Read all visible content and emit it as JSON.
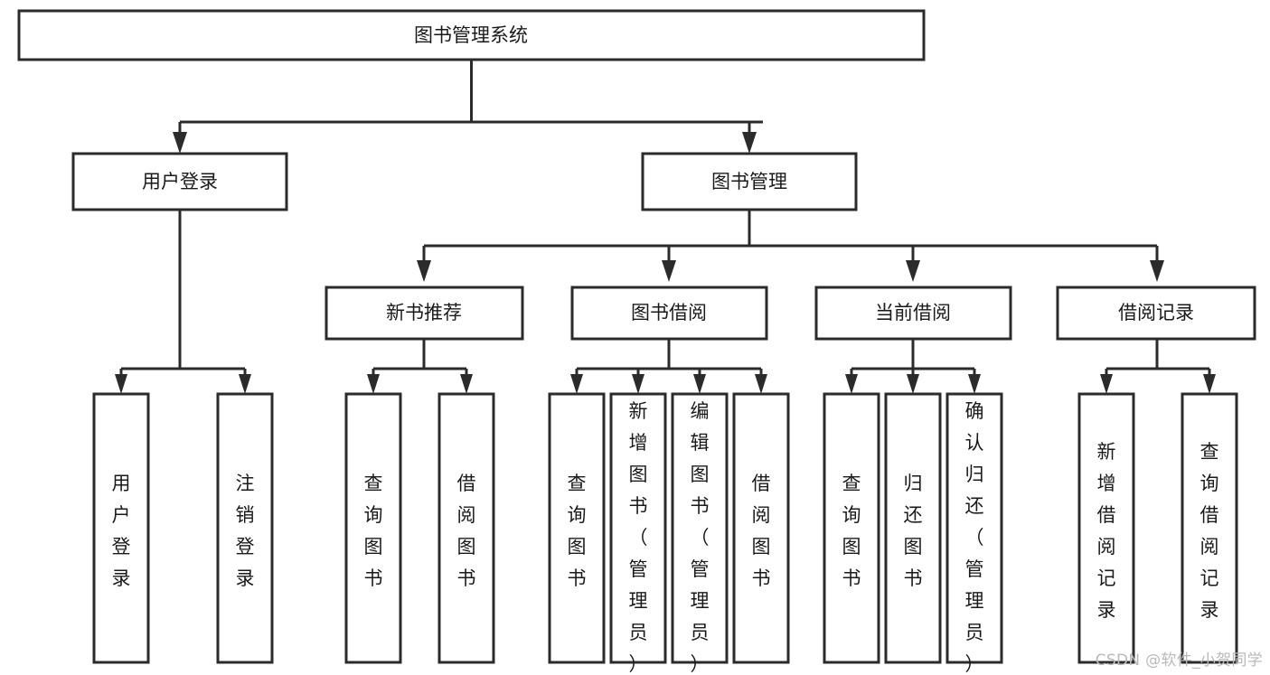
{
  "diagram": {
    "title": "图书管理系统",
    "type": "tree-hierarchy-diagram",
    "colors": {
      "stroke": "#2b2b2b",
      "fill": "#ffffff",
      "text": "#1a1a1a",
      "watermark": "#b9b9b9",
      "background": "#ffffff"
    },
    "root": {
      "label": "图书管理系统"
    },
    "level2": [
      {
        "label": "用户登录"
      },
      {
        "label": "图书管理"
      }
    ],
    "level3": [
      {
        "label": "新书推荐"
      },
      {
        "label": "图书借阅"
      },
      {
        "label": "当前借阅"
      },
      {
        "label": "借阅记录"
      }
    ],
    "leaves": {
      "user_login": [
        {
          "label": "用户登录"
        },
        {
          "label": "注销登录"
        }
      ],
      "new_book_recommend": [
        {
          "label": "查询图书"
        },
        {
          "label": "借阅图书"
        }
      ],
      "book_borrow": [
        {
          "label": "查询图书"
        },
        {
          "label": "新增图书（管理员）"
        },
        {
          "label": "编辑图书（管理员）"
        },
        {
          "label": "借阅图书"
        }
      ],
      "current_borrow": [
        {
          "label": "查询图书"
        },
        {
          "label": "归还图书"
        },
        {
          "label": "确认归还（管理员）"
        }
      ],
      "borrow_record": [
        {
          "label": "新增借阅记录"
        },
        {
          "label": "查询借阅记录"
        }
      ]
    }
  },
  "watermark": {
    "text": "CSDN @软件_小贺同学"
  }
}
